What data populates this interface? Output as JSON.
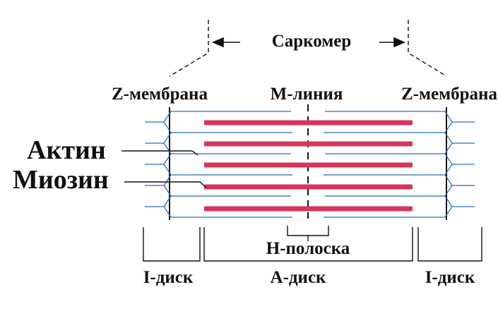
{
  "labels": {
    "sarcomere": "Саркомер",
    "z_membrane_left": "Z-мембрана",
    "m_line": "М-линия",
    "z_membrane_right": "Z-мембрана",
    "actin": "Актин",
    "myosin": "Миозин",
    "h_band": "Н-полоска",
    "i_disk_left": "I-диск",
    "a_disk": "А-диск",
    "i_disk_right": "I-диск"
  },
  "colors": {
    "actin": "#2a6fb0",
    "myosin": "#d6365a",
    "line": "#111111"
  }
}
